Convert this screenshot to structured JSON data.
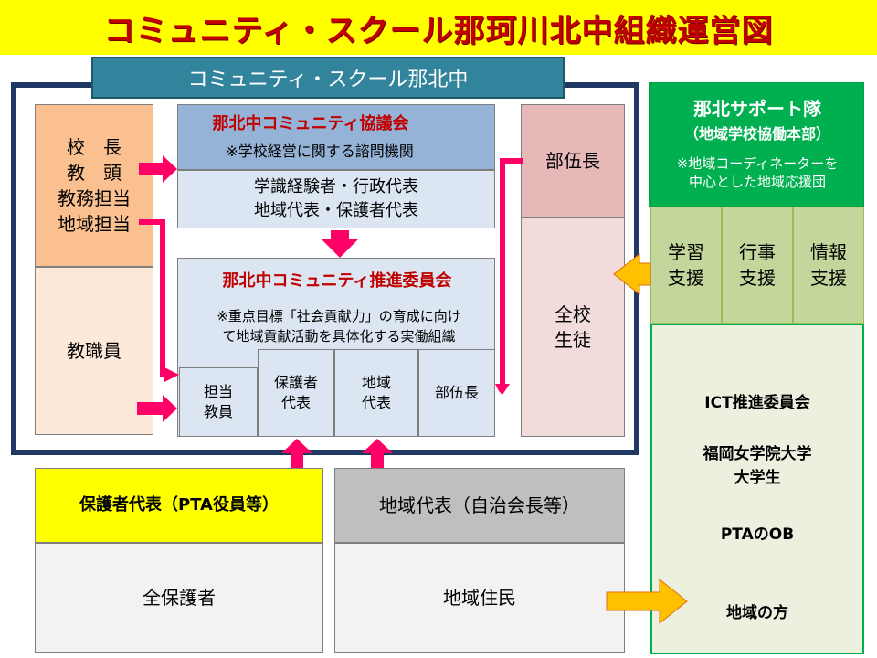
{
  "title": "コミュニティ・スクール那珂川北中組織運営図",
  "cs_label": "コミュニティ・スクール那北中",
  "left_column": {
    "staff_roles": "校　長\n教　頭\n教務担当\n地域担当",
    "teachers": "教職員"
  },
  "council": {
    "title": "那北中コミュニティ協議会",
    "subtitle": "※学校経営に関する諮問機関",
    "members": "学識経験者・行政代表\n地域代表・保護者代表"
  },
  "committee": {
    "title": "那北中コミュニティ推進委員会",
    "note": "※重点目標「社会貢献力」の育成に向け\nて地域貢献活動を具体化する実働組織",
    "members": [
      "担当\n教員",
      "保護者\n代表",
      "地域\n代表",
      "部伍長"
    ]
  },
  "right_column": {
    "leader": "部伍長",
    "students": "全校\n生徒"
  },
  "bottom": {
    "parents_rep": "保護者代表（PTA役員等）",
    "parents_all": "全保護者",
    "community_rep": "地域代表（自治会長等）",
    "community_all": "地域住民"
  },
  "support_team": {
    "title": "那北サポート隊",
    "subtitle": "（地域学校協働本部）",
    "note": "※地域コーディネーターを\n中心とした地域応援団",
    "categories": [
      "学習\n支援",
      "行事\n支援",
      "情報\n支援"
    ],
    "members": [
      "ICT推進委員会",
      "福岡女学院大学\n大学生",
      "PTAのOB",
      "地域の方"
    ]
  },
  "colors": {
    "title_bg": "#ffff00",
    "title_text": "#c00000",
    "frame": "#1f3864",
    "cs_label": "#31849b",
    "arrow_pink": "#ff0066",
    "arrow_orange": "#ffc000"
  }
}
